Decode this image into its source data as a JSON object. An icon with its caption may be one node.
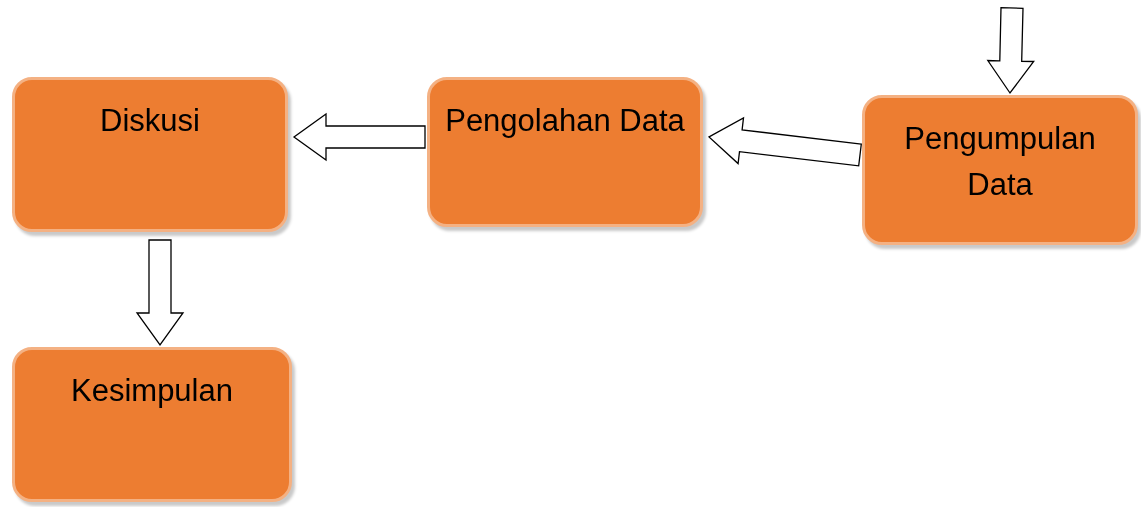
{
  "diagram": {
    "nodes": [
      {
        "text": [
          "Pengumpulan Data"
        ]
      },
      {
        "text": [
          "Pengolahan Data"
        ]
      },
      {
        "text": [
          "Diskusi"
        ]
      },
      {
        "text": [
          "Kesimpulan"
        ]
      }
    ],
    "edges": [
      {
        "from": null,
        "to": 0,
        "arrow": "to"
      },
      {
        "from": 0,
        "to": 1,
        "arrow": "to"
      },
      {
        "from": 1,
        "to": 2,
        "arrow": "to"
      },
      {
        "from": 2,
        "to": 3,
        "arrow": "to"
      }
    ]
  }
}
